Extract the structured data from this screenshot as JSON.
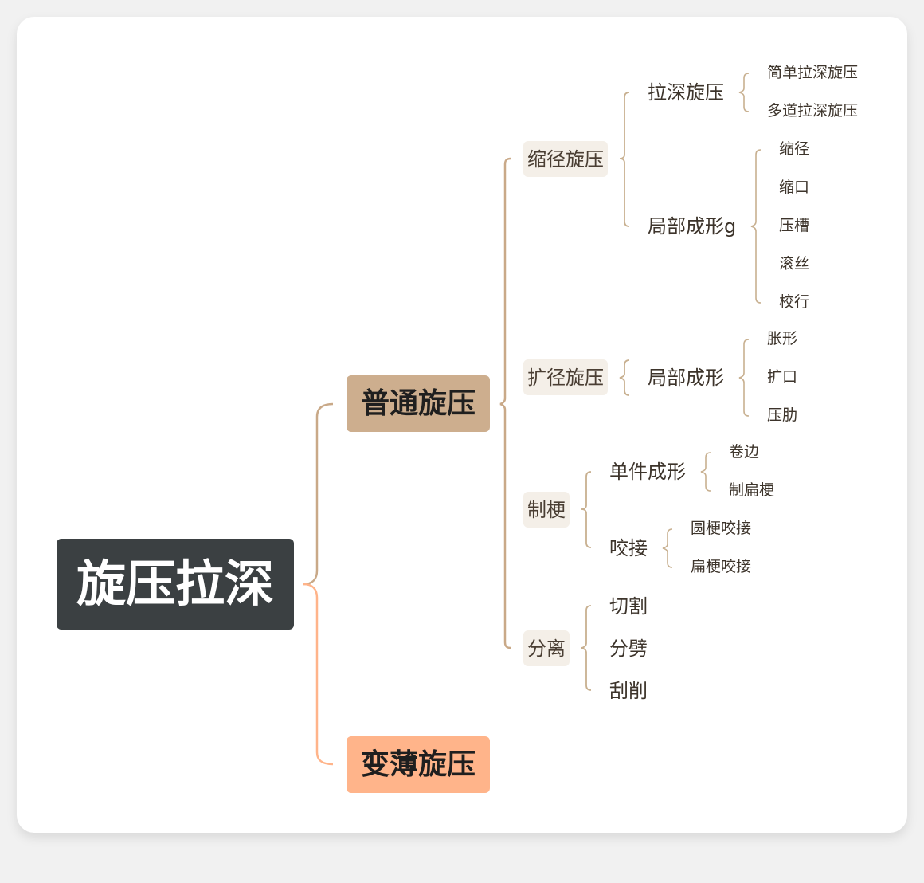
{
  "root": "旋压拉深",
  "main": {
    "m1": "普通旋压",
    "m2": "变薄旋压"
  },
  "sub": {
    "s1": "缩径旋压",
    "s2": "扩径旋压",
    "s3": "制梗",
    "s4": "分离"
  },
  "level3": {
    "a": "拉深旋压",
    "b": "局部成形g",
    "c": "局部成形",
    "d": "单件成形",
    "e": "咬接",
    "f": "切割",
    "g": "分劈",
    "h": "刮削"
  },
  "level4": {
    "a1": "简单拉深旋压",
    "a2": "多道拉深旋压",
    "b1": "缩径",
    "b2": "缩口",
    "b3": "压槽",
    "b4": "滚丝",
    "b5": "校行",
    "c1": "胀形",
    "c2": "扩口",
    "c3": "压肋",
    "d1": "卷边",
    "d2": "制扁梗",
    "e1": "圆梗咬接",
    "e2": "扁梗咬接"
  },
  "colors": {
    "root_bg": "#3b4042",
    "main1_bg": "#cdae8e",
    "main2_bg": "#ffb48a",
    "sub_bg": "#f4efe8",
    "brace1": "#c9a988",
    "brace2": "#ffb48a",
    "brace_inner": "#c8b090"
  }
}
